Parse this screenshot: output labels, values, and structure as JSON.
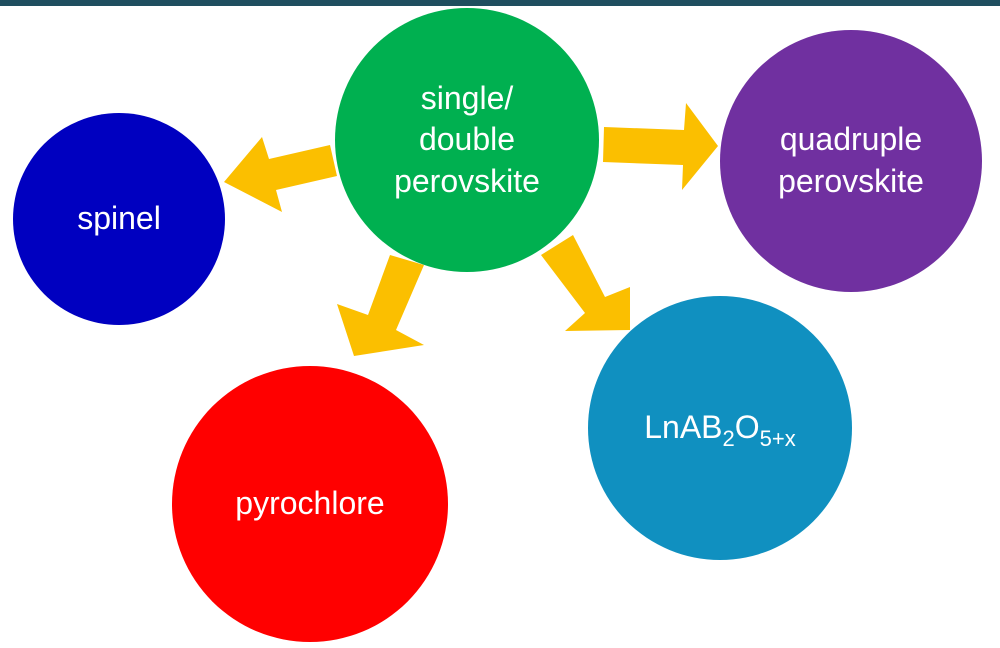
{
  "colors": {
    "top_bar": "#1f4e5f",
    "arrow": "#fbbf00",
    "center": "#00b050",
    "spinel": "#0000c0",
    "quadruple": "#7030a0",
    "pyrochlore": "#ff0000",
    "layered": "#1090c0"
  },
  "nodes": {
    "center": {
      "line1": "single/",
      "line2": "double",
      "line3": "perovskite"
    },
    "spinel": {
      "label": "spinel"
    },
    "quadruple": {
      "line1": "quadruple",
      "line2": "perovskite"
    },
    "pyrochlore": {
      "label": "pyrochlore"
    },
    "layered": {
      "base1": "LnAB",
      "sub1": "2",
      "base2": "O",
      "sub2": "5+x"
    }
  },
  "edges": [
    {
      "from": "single/double perovskite",
      "to": "spinel"
    },
    {
      "from": "single/double perovskite",
      "to": "quadruple perovskite"
    },
    {
      "from": "single/double perovskite",
      "to": "pyrochlore"
    },
    {
      "from": "single/double perovskite",
      "to": "LnAB2O5+x"
    }
  ]
}
